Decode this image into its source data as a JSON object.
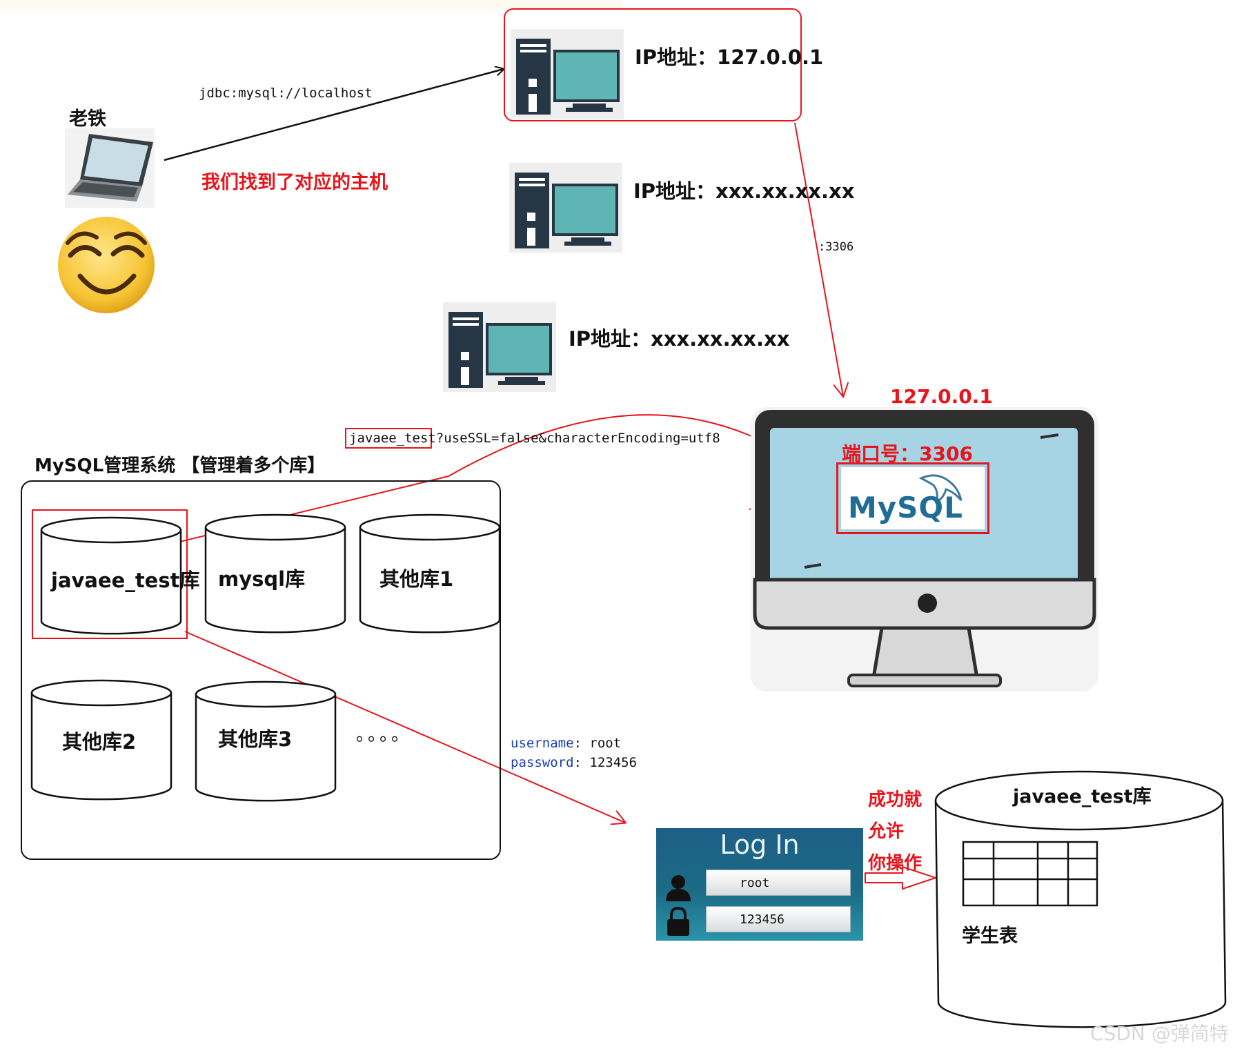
{
  "client": {
    "name": "老铁",
    "jdbc_prefix": "jdbc:mysql://localhost",
    "found_note": "我们找到了对应的主机"
  },
  "hosts": [
    {
      "ip_label": "IP地址：127.0.0.1",
      "highlighted": true
    },
    {
      "ip_label": "IP地址：xxx.xx.xx.xx",
      "highlighted": false
    },
    {
      "ip_label": "IP地址：xxx.xx.xx.xx",
      "highlighted": false
    }
  ],
  "port_note": ":3306",
  "server": {
    "ip": "127.0.0.1",
    "port_label": "端口号：3306",
    "logo_text": "MySQL"
  },
  "url_tail": {
    "db_name": "javaee_test",
    "params": "?useSSL=false&characterEncoding=utf8"
  },
  "mysql_system": {
    "title": "MySQL管理系统 【管理着多个库】",
    "databases": [
      "javaee_test库",
      "mysql库",
      "其他库1",
      "其他库2",
      "其他库3"
    ],
    "ellipsis": "。。。。"
  },
  "credentials": {
    "username_key": "username",
    "username_value": "root",
    "password_key": "password",
    "password_value": "123456"
  },
  "login": {
    "title": "Log In",
    "username": "root",
    "password": "123456"
  },
  "success_note": [
    "成功就",
    "允许",
    "你操作"
  ],
  "target_db": {
    "name": "javaee_test库",
    "table_name": "学生表"
  },
  "watermark": "CSDN @弹简特",
  "colors": {
    "accent_red": "#e8141b",
    "screen_blue": "#a7d4e4",
    "pc_teal": "#5fb4b4",
    "login_blue": "#1e5f86"
  }
}
